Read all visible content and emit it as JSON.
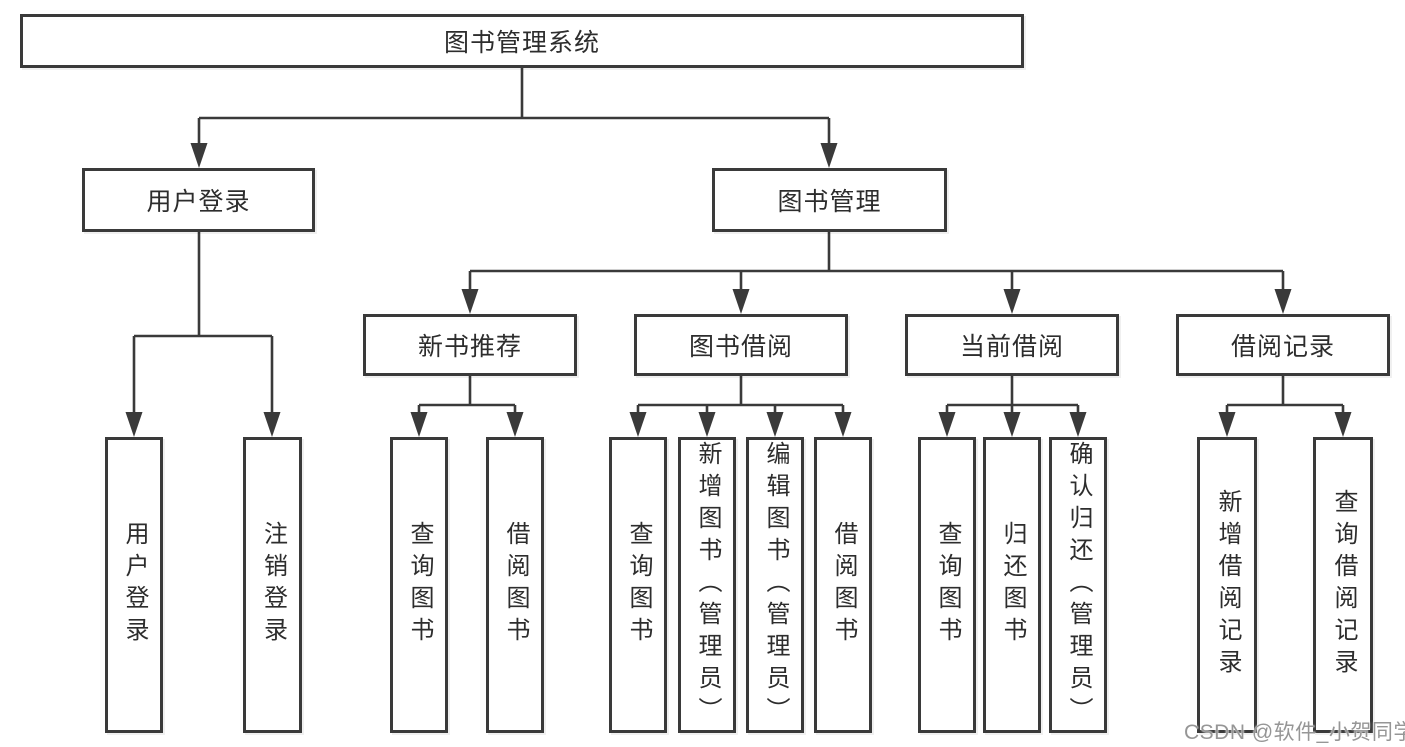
{
  "tree": {
    "label": "图书管理系统",
    "children": [
      {
        "label": "用户登录",
        "children": [
          {
            "label": "用户登录"
          },
          {
            "label": "注销登录"
          }
        ]
      },
      {
        "label": "图书管理",
        "children": [
          {
            "label": "新书推荐",
            "children": [
              {
                "label": "查询图书"
              },
              {
                "label": "借阅图书"
              }
            ]
          },
          {
            "label": "图书借阅",
            "children": [
              {
                "label": "查询图书"
              },
              {
                "label": "新增图书（管理员）"
              },
              {
                "label": "编辑图书（管理员）"
              },
              {
                "label": "借阅图书"
              }
            ]
          },
          {
            "label": "当前借阅",
            "children": [
              {
                "label": "查询图书"
              },
              {
                "label": "归还图书"
              },
              {
                "label": "确认归还（管理员）"
              }
            ]
          },
          {
            "label": "借阅记录",
            "children": [
              {
                "label": "新增借阅记录"
              },
              {
                "label": "查询借阅记录"
              }
            ]
          }
        ]
      }
    ]
  },
  "watermark": {
    "text": "CSDN @软件_小贺同学"
  },
  "colors": {
    "line": "#3a3a3a",
    "text": "#2d2d2d",
    "background": "#ffffff",
    "watermark": "#969696"
  }
}
